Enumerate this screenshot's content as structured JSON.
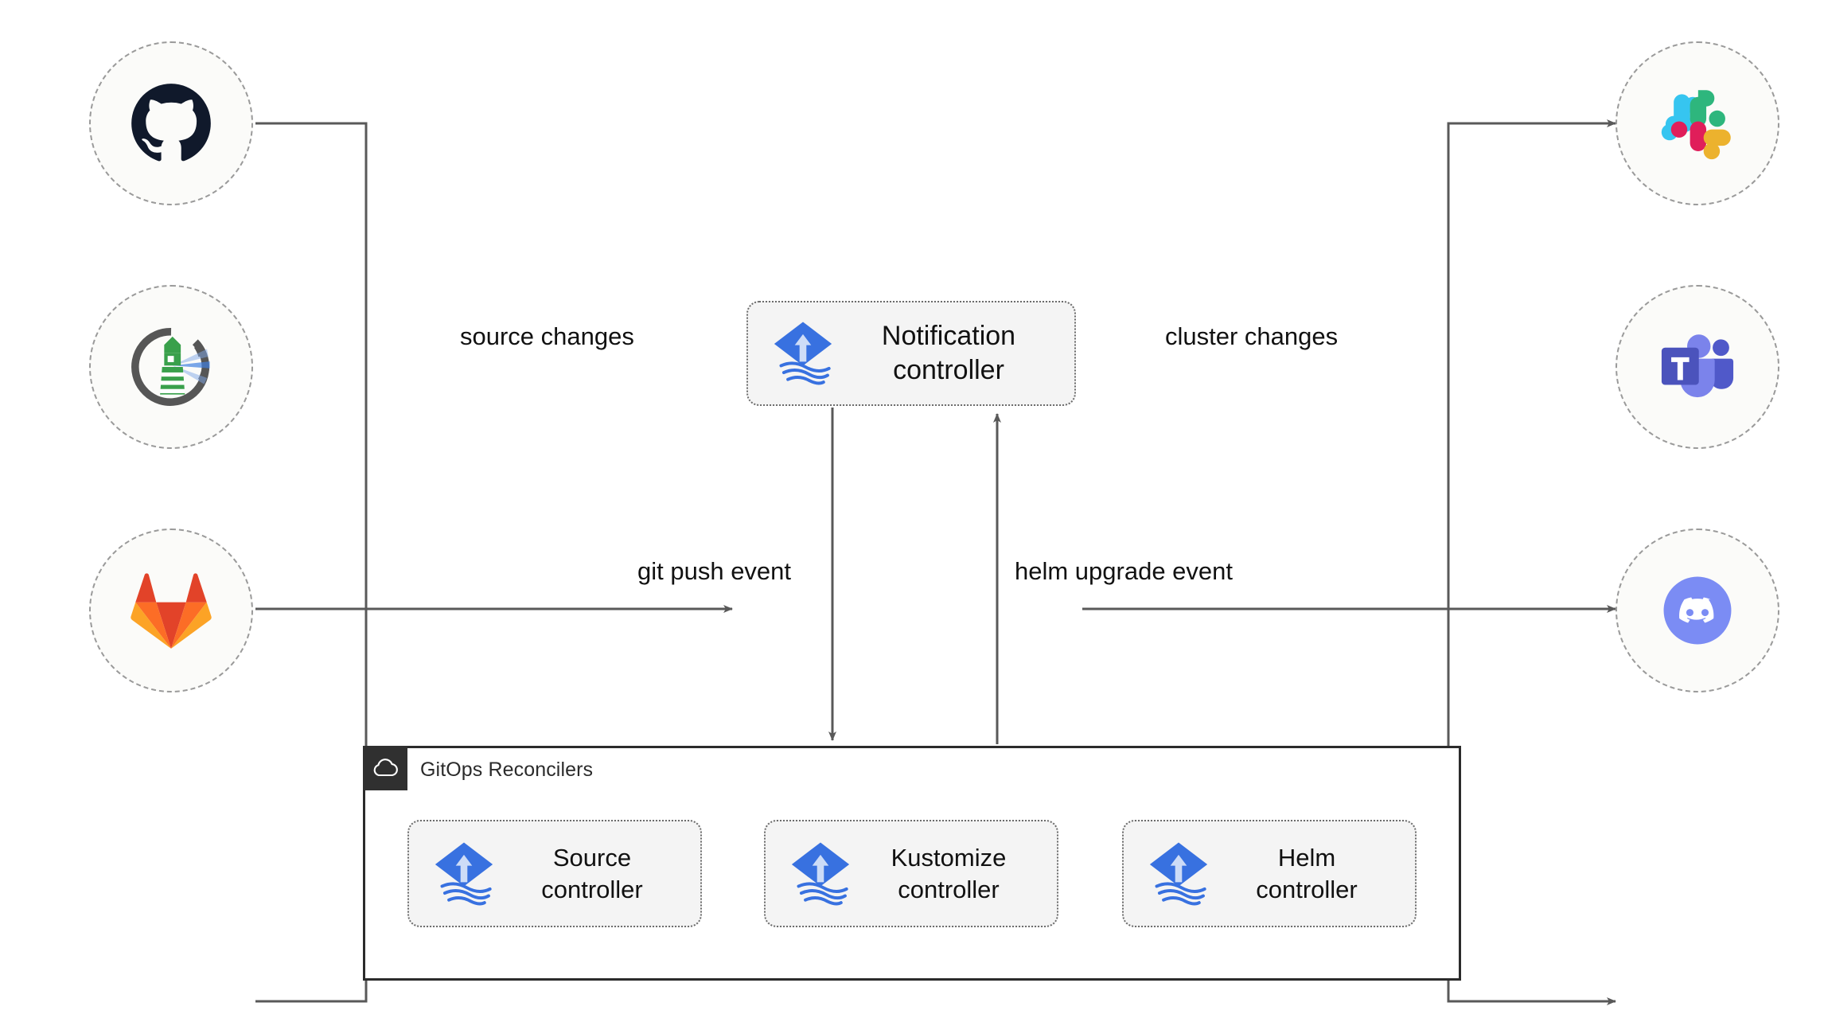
{
  "diagram": {
    "title": "Flux notification controller architecture",
    "background": "#ffffff",
    "line_color": "#595959"
  },
  "sources": [
    {
      "id": "github",
      "icon": "github-icon",
      "name": "GitHub",
      "color": "#10192b"
    },
    {
      "id": "fluxcd",
      "icon": "fluxcd-lighthouse-icon",
      "name": "Flux CD",
      "color": "#39a04b"
    },
    {
      "id": "gitlab",
      "icon": "gitlab-icon",
      "name": "GitLab",
      "color": "#e24329"
    }
  ],
  "notification_controller": {
    "icon": "flux-icon",
    "line1": "Notification",
    "line2": "controller"
  },
  "group": {
    "icon": "cloud-icon",
    "title": "GitOps Reconcilers",
    "controllers": [
      {
        "id": "source",
        "icon": "flux-icon",
        "line1": "Source",
        "line2": "controller"
      },
      {
        "id": "kustomize",
        "icon": "flux-icon",
        "line1": "Kustomize",
        "line2": "controller"
      },
      {
        "id": "helm",
        "icon": "flux-icon",
        "line1": "Helm",
        "line2": "controller"
      }
    ]
  },
  "destinations": [
    {
      "id": "slack",
      "icon": "slack-icon",
      "name": "Slack",
      "color": "#36c5f0"
    },
    {
      "id": "teams",
      "icon": "ms-teams-icon",
      "name": "Microsoft Teams",
      "color": "#5059c9"
    },
    {
      "id": "discord",
      "icon": "discord-icon",
      "name": "Discord",
      "color": "#7b8cf4"
    }
  ],
  "edges": {
    "source_changes": "source changes",
    "cluster_changes": "cluster changes",
    "git_push_event": "git push event",
    "helm_upgrade_event": "helm upgrade event"
  }
}
